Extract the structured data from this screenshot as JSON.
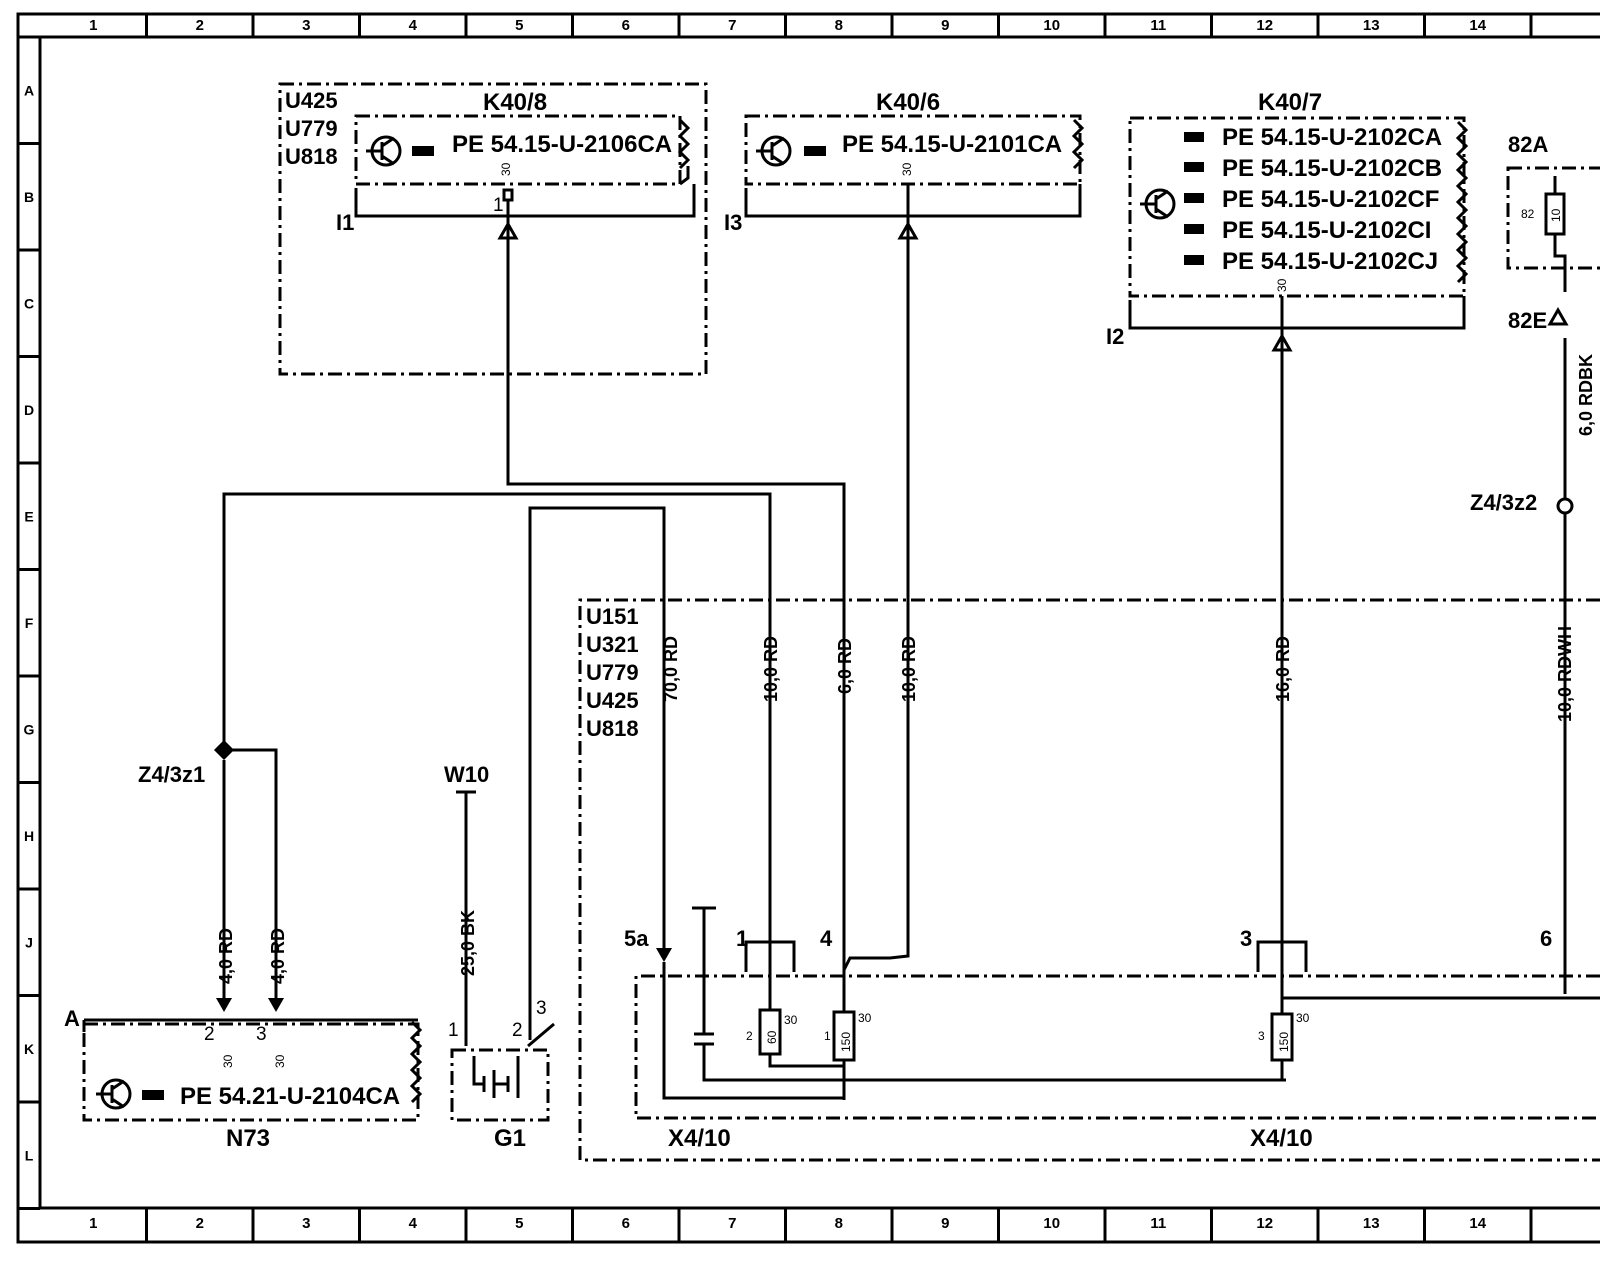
{
  "grid": {
    "columns": [
      "1",
      "2",
      "3",
      "4",
      "5",
      "6",
      "7",
      "8",
      "9",
      "10",
      "11",
      "12",
      "13",
      "14"
    ],
    "rows": [
      "A",
      "B",
      "C",
      "D",
      "E",
      "F",
      "G",
      "H",
      "J",
      "K",
      "L"
    ]
  },
  "components": {
    "k40_8": {
      "name": "K40/8",
      "codes": [
        "U425",
        "U779",
        "U818"
      ],
      "pe": [
        "PE 54.15-U-2106CA"
      ],
      "terminal": "30",
      "pin": "1",
      "ground_label": "I1"
    },
    "k40_6": {
      "name": "K40/6",
      "pe": [
        "PE 54.15-U-2101CA"
      ],
      "terminal": "30",
      "ground_label": "I3"
    },
    "k40_7": {
      "name": "K40/7",
      "pe": [
        "PE 54.15-U-2102CA",
        "PE 54.15-U-2102CB",
        "PE 54.15-U-2102CF",
        "PE 54.15-U-2102CI",
        "PE 54.15-U-2102CJ"
      ],
      "terminal": "30",
      "ground_label": "I2"
    },
    "f82": {
      "top": "82A",
      "bottom": "82E",
      "fuse_pin": "82",
      "fuse_rating": "10"
    },
    "z4_3z1": {
      "name": "Z4/3z1"
    },
    "z4_3z2": {
      "name": "Z4/3z2"
    },
    "n73": {
      "name": "N73",
      "pe": "PE 54.21-U-2104CA",
      "conn": "A",
      "pins": [
        "2",
        "3"
      ],
      "terminal": "30"
    },
    "w10": {
      "name": "W10"
    },
    "g1": {
      "name": "G1",
      "pins": [
        "1",
        "2",
        "3"
      ]
    },
    "u151": {
      "codes": [
        "U151",
        "U321",
        "U779",
        "U425",
        "U818"
      ]
    },
    "x4_10": {
      "name": "X4/10",
      "pins": [
        "5a",
        "1",
        "4",
        "3",
        "6"
      ],
      "fuses": [
        {
          "pin": "2",
          "rating": "60",
          "terminal": "30"
        },
        {
          "pin": "1",
          "rating": "150",
          "terminal": "30"
        },
        {
          "pin": "3",
          "rating": "150",
          "terminal": "30"
        }
      ]
    }
  },
  "wires": {
    "w_70": "70,0 RD",
    "w_10a": "10,0 RD",
    "w_6": "6,0 RD",
    "w_10b": "10,0 RD",
    "w_16": "16,0 RD",
    "w_10rdwh": "10,0 RDWH",
    "w_6rdbk": "6,0 RDBK",
    "w_4a": "4,0 RD",
    "w_4b": "4,0 RD",
    "w_25": "25,0 BK"
  }
}
